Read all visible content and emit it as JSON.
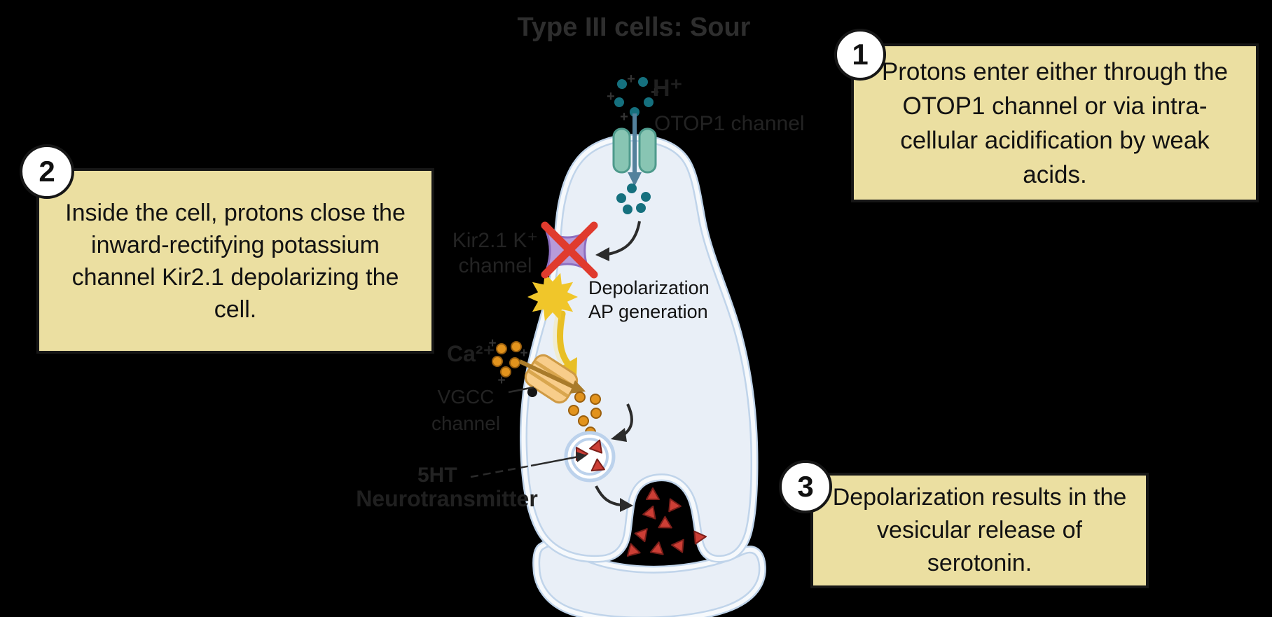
{
  "title": "Type III cells: Sour",
  "callouts": [
    {
      "number": "1",
      "text": "Protons enter either through the OTOP1 channel or via intra-cellular acidification by weak acids."
    },
    {
      "number": "2",
      "text": "Inside the cell, protons close the inward-rectifying potassium channel Kir2.1 depolarizing the cell."
    },
    {
      "number": "3",
      "text": "Depolarization results in the vesicular release of serotonin."
    }
  ],
  "labels": {
    "proton": "H⁺",
    "otop1_channel": "OTOP1 channel",
    "kir_line1": "Kir2.1 K⁺",
    "kir_line2": "channel",
    "calcium": "Ca²⁺",
    "vgcc_line1": "VGCC",
    "vgcc_line2": "channel",
    "depolarization_line1": "Depolarization",
    "depolarization_line2": "AP generation",
    "serotonin_abbr": "5HT",
    "neurotransmitter": "Neurotransmitter"
  },
  "colors": {
    "background": "#000000",
    "callout_fill": "#ebdfa1",
    "callout_border": "#161616",
    "cell_fill": "#e9eff7",
    "membrane_blue": "#c0d4ea",
    "otop1_teal": "#88c5b3",
    "proton_dot": "#15707e",
    "kir_purple": "#b79bd9",
    "blocked_x_red": "#e03b2e",
    "bolt_yellow": "#f0c62a",
    "depol_arrow_yellow": "#e8bf25",
    "calcium_orange": "#e2931d",
    "vgcc_tan": "#f8cd8a",
    "serotonin_red": "#cc3e35",
    "arrow_black": "#2b2b2b"
  }
}
